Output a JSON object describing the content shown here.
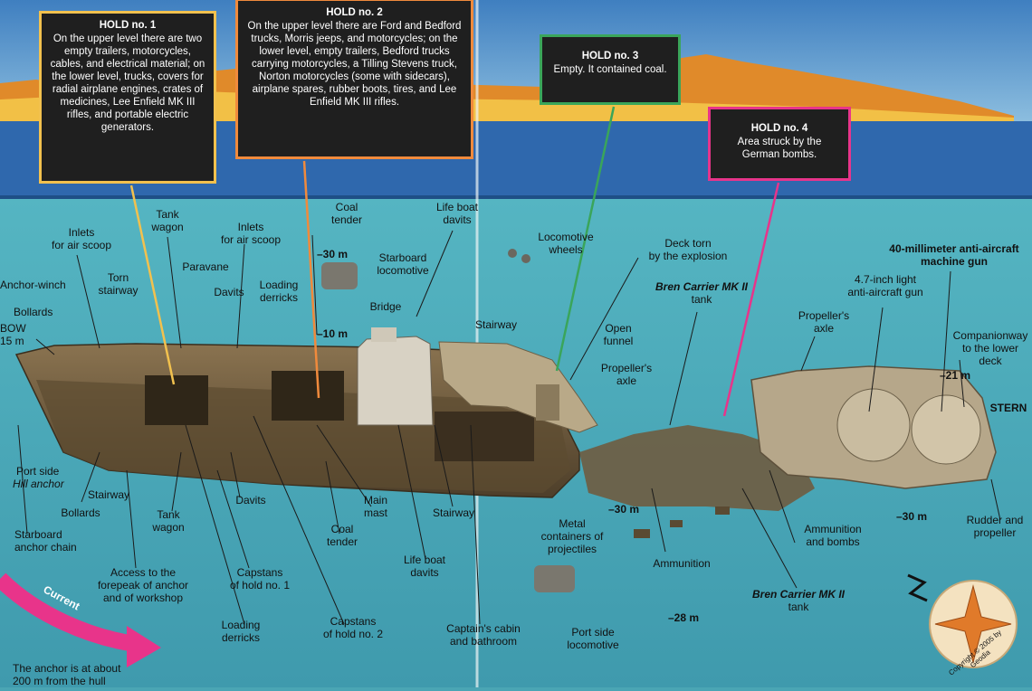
{
  "holds": [
    {
      "title": "HOLD no. 1",
      "text": "On the upper level there are two empty trailers, motorcycles, cables, and electrical material; on the lower level, trucks, covers for radial airplane engines, crates of medicines, Lee Enfield MK III rifles, and portable electric generators.",
      "border": "#f2c14e"
    },
    {
      "title": "HOLD no. 2",
      "text": "On the upper level there are Ford and Bedford trucks, Morris jeeps, and motorcycles; on the lower level, empty trailers, Bedford trucks carrying motorcycles, a Tilling Stevens truck, Norton motorcycles (some with sidecars), airplane spares, rubber boots, tires, and Lee Enfield MK III rifles.",
      "border": "#f08a3c"
    },
    {
      "title": "HOLD no. 3",
      "text": "Empty. It contained coal.",
      "border": "#3aa55a"
    },
    {
      "title": "HOLD no. 4",
      "text": "Area struck by the German bombs.",
      "border": "#e8348a"
    }
  ],
  "labels": {
    "inlets_1": "Inlets\nfor air scoop",
    "tank_wagon_top": "Tank\nwagon",
    "inlets_2": "Inlets\nfor air scoop",
    "coal_tender_top": "Coal\ntender",
    "life_boat_top": "Life boat\ndavits",
    "loco_wheels": "Locomotive\nwheels",
    "deck_torn": "Deck torn\nby the explosion",
    "aa_40mm": "40-millimeter anti-aircraft\nmachine gun",
    "aa_47": "4.7-inch light\nanti-aircraft gun",
    "anchor_winch": "Anchor-winch",
    "torn_stairway": "Torn\nstairway",
    "paravane": "Paravane",
    "davits_top": "Davits",
    "loading_top": "Loading\nderricks",
    "depth_30_top": "–30 m",
    "starboard_loco": "Starboard\nlocomotive",
    "bren_top": "Bren Carrier MK II",
    "bren_top_sub": "tank",
    "propeller_axle_r": "Propeller's\naxle",
    "companionway": "Companionway\nto the lower\ndeck",
    "bollards_top": "Bollards",
    "bow": "BOW\n15 m",
    "bridge": "Bridge",
    "stairway_mid": "Stairway",
    "open_funnel": "Open\nfunnel",
    "depth_10": "–10 m",
    "propeller_axle_m": "Propeller's\naxle",
    "depth_21": "–21 m",
    "stern": "STERN",
    "port_anchor_a": "Port side",
    "port_anchor_b": "Hill anchor",
    "stairway_bot": "Stairway",
    "bollards_bot": "Bollards",
    "tank_wagon_bot": "Tank\nwagon",
    "davits_bot": "Davits",
    "main_mast": "Main\nmast",
    "coal_tender_bot": "Coal\ntender",
    "stairway_bot2": "Stairway",
    "depth_30_mid": "–30 m",
    "metal_containers": "Metal\ncontainers of\nprojectiles",
    "ammo_bombs": "Ammunition\nand bombs",
    "depth_30_right": "–30 m",
    "rudder": "Rudder and\npropeller",
    "starboard_chain": "Starboard\nanchor chain",
    "access_forepeak": "Access to the\nforepeak of anchor\nand of workshop",
    "capstans_1": "Capstans\nof hold no. 1",
    "life_boat_bot": "Life boat\ndavits",
    "ammunition": "Ammunition",
    "bren_bot": "Bren Carrier MK II",
    "bren_bot_sub": "tank",
    "current": "Current",
    "depth_28": "–28 m",
    "loading_bot": "Loading\nderricks",
    "capstans_2": "Capstans\nof hold no. 2",
    "captain_cabin": "Captain's cabin\nand bathroom",
    "port_loco": "Port side\nlocomotive",
    "anchor_note": "The anchor is at about\n200 m from the hull",
    "copyright": "Copyright © 2005 by Geodia"
  },
  "colors": {
    "sky": "#4d88c4",
    "sea": "#2e6fb0",
    "water": "#4aa5b4",
    "hull": "#6e5a3c",
    "current_arrow": "#e8348a"
  }
}
